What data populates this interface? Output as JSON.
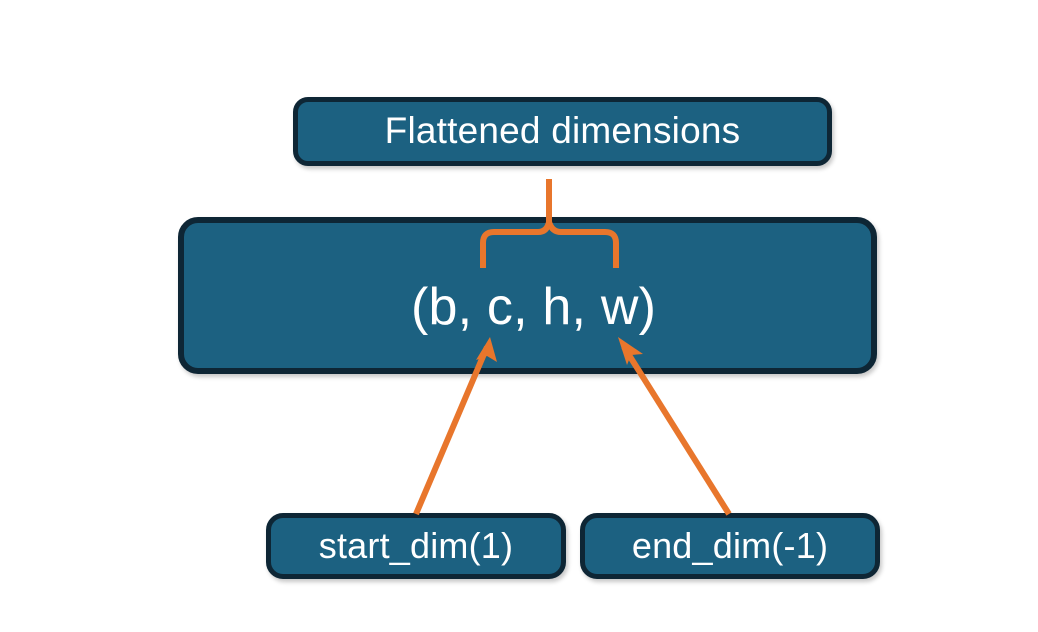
{
  "diagram": {
    "title_text": "Flattened dimensions",
    "background_color": "#ffffff",
    "node_fill_color": "#1c6181",
    "node_border_color": "#0e2635",
    "node_text_color": "#ffffff",
    "connector_color": "#E8762C",
    "nodes": [
      {
        "id": "flattened",
        "label": "Flattened dimensions"
      },
      {
        "id": "shape",
        "label": "(b, c, h, w)"
      },
      {
        "id": "start_dim",
        "label": "start_dim(1)"
      },
      {
        "id": "end_dim",
        "label": "end_dim(-1)"
      }
    ],
    "connectors": [
      {
        "id": "brace",
        "type": "curly-brace",
        "from": "shape-range",
        "to": "flattened",
        "spans": "c through w"
      },
      {
        "id": "arrow-start-dim",
        "type": "arrow",
        "from": "start_dim",
        "to": "shape-c"
      },
      {
        "id": "arrow-end-dim",
        "type": "arrow",
        "from": "end_dim",
        "to": "shape-w"
      }
    ]
  }
}
